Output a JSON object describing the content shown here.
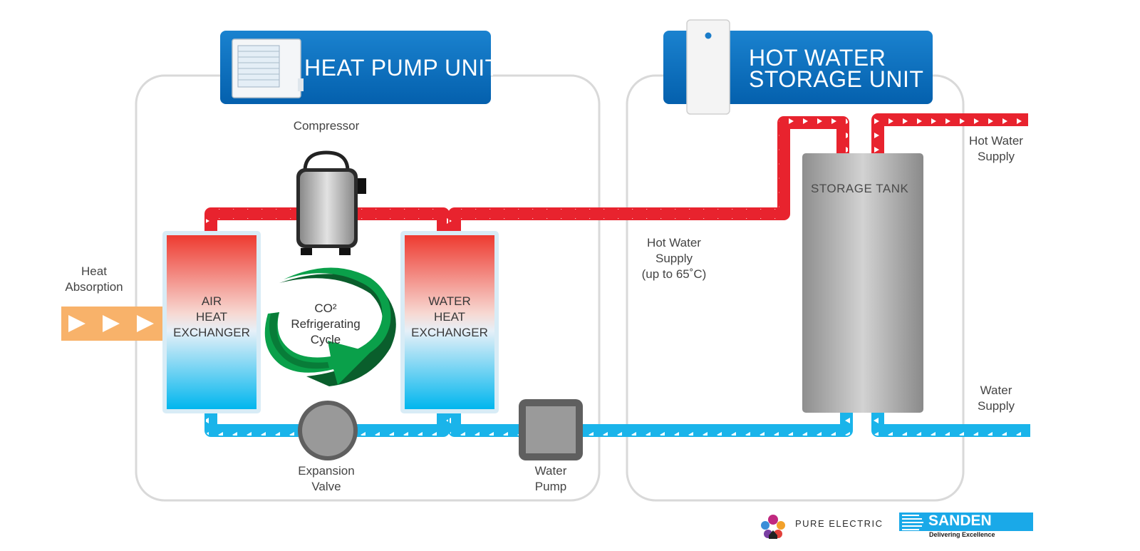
{
  "headers": {
    "heat_pump_unit": "HEAT PUMP UNIT",
    "hot_water_storage_line1": "HOT WATER",
    "hot_water_storage_line2": "STORAGE UNIT"
  },
  "components": {
    "compressor": "Compressor",
    "air_exchanger": [
      "AIR",
      "HEAT",
      "EXCHANGER"
    ],
    "water_exchanger": [
      "WATER",
      "HEAT",
      "EXCHANGER"
    ],
    "cycle": [
      "CO²",
      "Refrigerating",
      "Cycle"
    ],
    "expansion_valve": [
      "Expansion",
      "Valve"
    ],
    "water_pump": [
      "Water",
      "Pump"
    ],
    "storage_tank": "STORAGE TANK"
  },
  "flows": {
    "heat_absorption": [
      "Heat",
      "Absorption"
    ],
    "hot_water_supply_mid": [
      "Hot Water",
      "Supply",
      "(up to 65˚C)"
    ],
    "hot_water_supply_out": [
      "Hot Water",
      "Supply"
    ],
    "water_supply_in": [
      "Water",
      "Supply"
    ]
  },
  "branding": {
    "pure_electric": "PURE ELECTRIC",
    "sanden": "SANDEN",
    "sanden_tagline": "Delivering Excellence"
  },
  "colors": {
    "hot_pipe": "#e8232e",
    "cold_pipe": "#1ab4ea",
    "header_blue": "#0a6fbf",
    "heat_arrow": "#f8b26a",
    "cycle_green": "#0aa04a"
  }
}
